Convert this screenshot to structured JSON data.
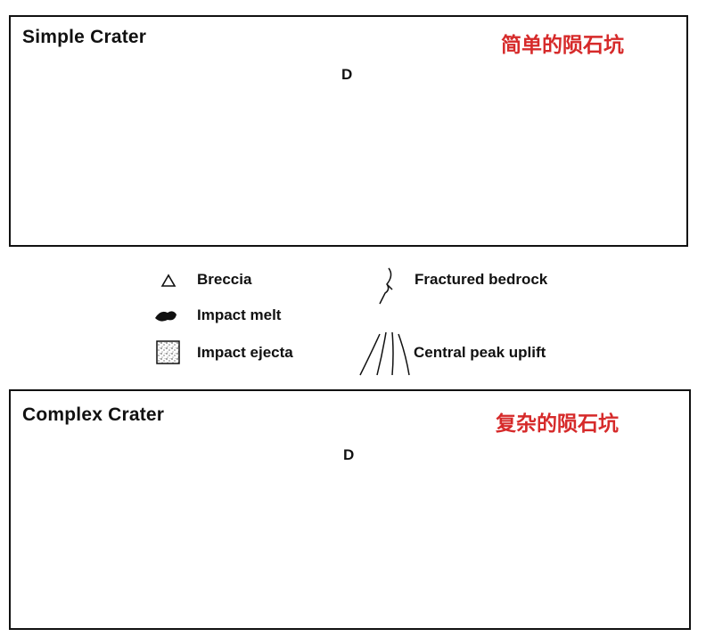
{
  "simple": {
    "title": "Simple Crater",
    "title_cn": "简单的陨石坑",
    "diameter_label": "D"
  },
  "complex": {
    "title": "Complex Crater",
    "title_cn": "复杂的陨石坑",
    "diameter_label": "D"
  },
  "legend": {
    "breccia": "Breccia",
    "impact_melt": "Impact melt",
    "impact_ejecta": "Impact ejecta",
    "fractured_bedrock": "Fractured bedrock",
    "central_peak_uplift": "Central peak uplift"
  },
  "colors": {
    "title_cn": "#d62a2a",
    "ink": "#111111"
  }
}
